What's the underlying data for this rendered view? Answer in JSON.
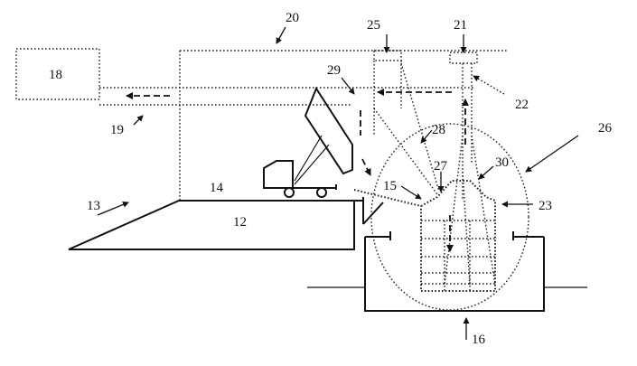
{
  "diagram": {
    "labels": {
      "l12": "12",
      "l13": "13",
      "l14": "14",
      "l15": "15",
      "l16": "16",
      "l18": "18",
      "l19": "19",
      "l20": "20",
      "l21": "21",
      "l22": "22",
      "l23": "23",
      "l25": "25",
      "l26": "26",
      "l27": "27",
      "l28": "28",
      "l29": "29",
      "l30": "30"
    }
  }
}
